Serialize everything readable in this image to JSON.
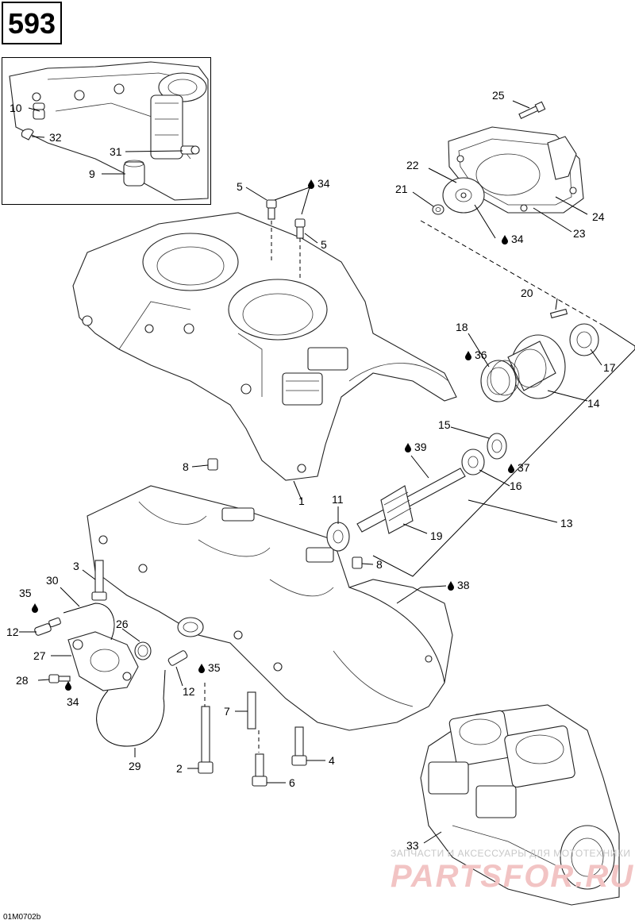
{
  "page_number": "593",
  "document_code": "01M0702b",
  "watermark": {
    "line1": "ЗАПЧАСТИ И АКСЕССУАРЫ ДЛЯ МОТОТЕХНИКИ",
    "line2": "PARTSFOR.RU"
  },
  "callouts": {
    "c1": "1",
    "c2": "2",
    "c3": "3",
    "c4": "4",
    "c5a": "5",
    "c5b": "5",
    "c6": "6",
    "c7": "7",
    "c8a": "8",
    "c8b": "8",
    "c9": "9",
    "c10": "10",
    "c11": "11",
    "c12a": "12",
    "c12b": "12",
    "c13": "13",
    "c14": "14",
    "c15": "15",
    "c16": "16",
    "c17": "17",
    "c18": "18",
    "c19": "19",
    "c20": "20",
    "c21": "21",
    "c22": "22",
    "c23": "23",
    "c24": "24",
    "c25": "25",
    "c26": "26",
    "c27": "27",
    "c28": "28",
    "c29": "29",
    "c30": "30",
    "c31": "31",
    "c32": "32",
    "c33": "33",
    "c34a": "34",
    "c34b": "34",
    "c34c": "34",
    "c35a": "35",
    "c35b": "35",
    "c36": "36",
    "c37": "37",
    "c38": "38",
    "c39": "39"
  },
  "icons": {
    "lubricant": "oil-drop-icon"
  }
}
